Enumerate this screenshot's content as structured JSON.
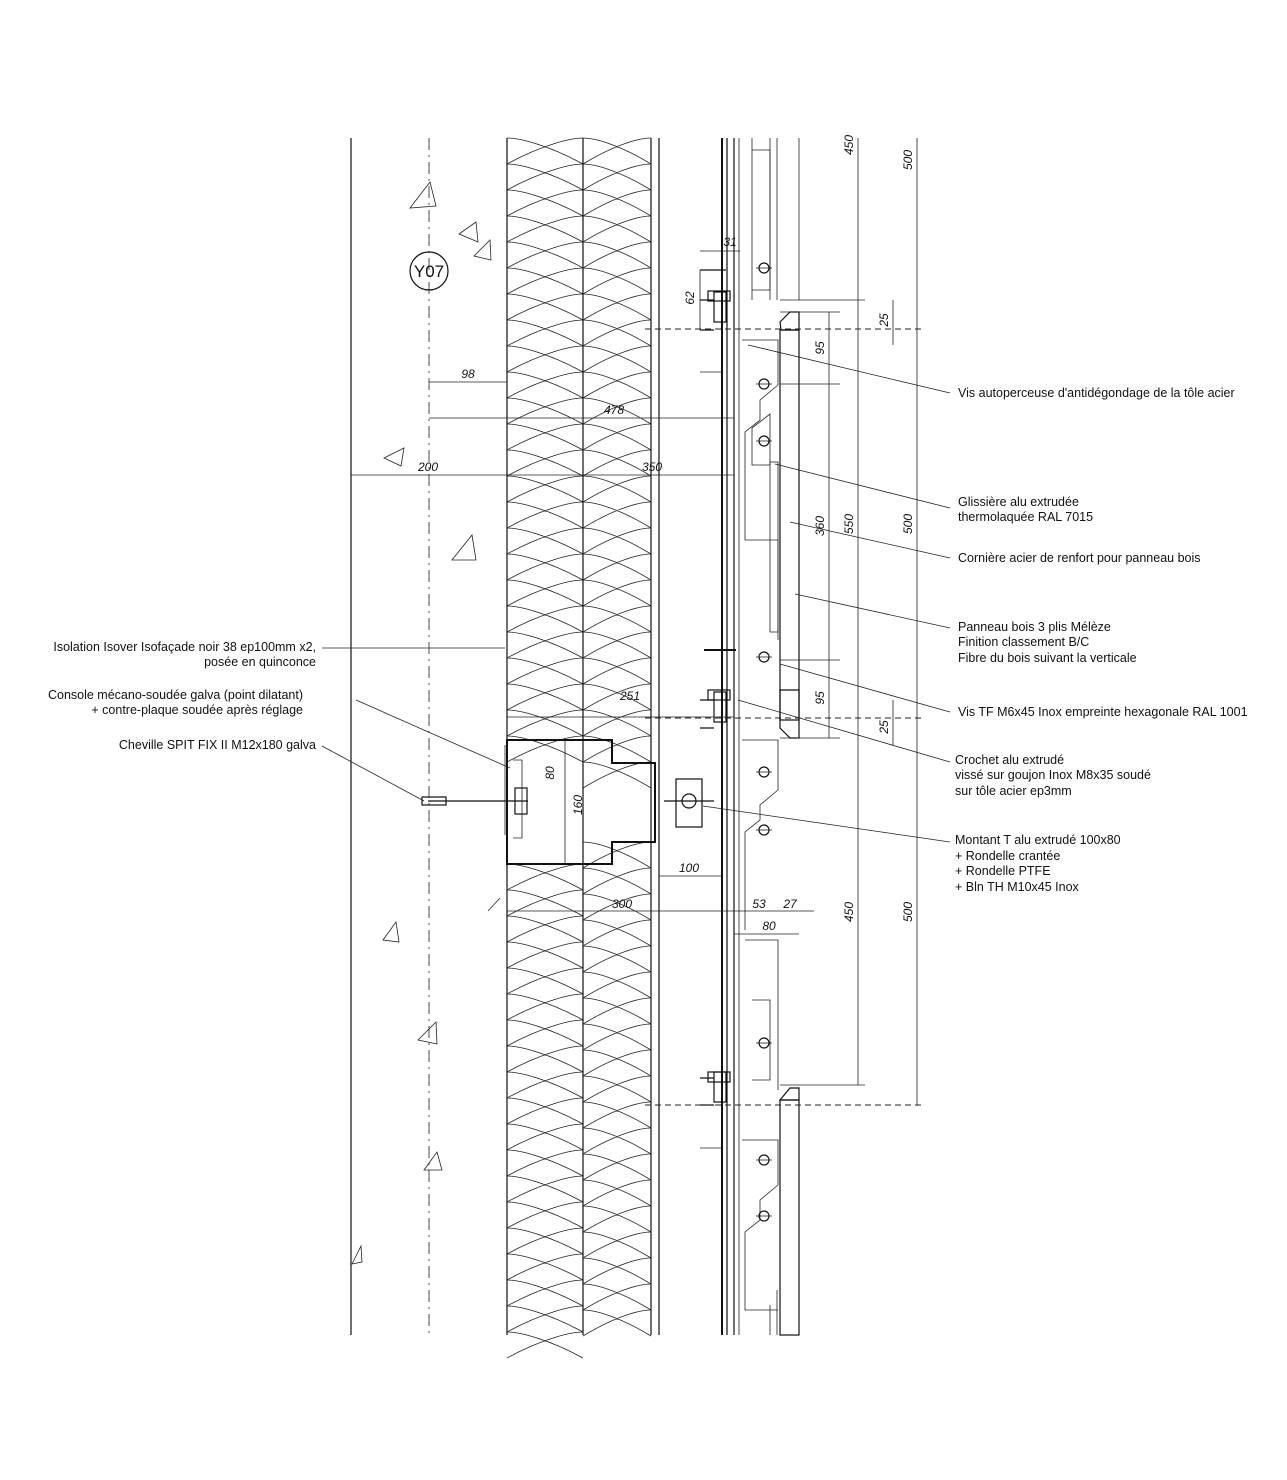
{
  "detail_tag": "Y07",
  "annotations_right": [
    {
      "lines": [
        "Vis autoperceuse d'antidégondage de la tôle acier"
      ]
    },
    {
      "lines": [
        "Glissière alu extrudée",
        "thermolaquée RAL 7015"
      ]
    },
    {
      "lines": [
        "Cornière acier de renfort pour panneau bois"
      ]
    },
    {
      "lines": [
        "Panneau bois 3 plis Mélèze",
        "Finition classement B/C",
        "Fibre du bois suivant la verticale"
      ]
    },
    {
      "lines": [
        "Vis TF M6x45 Inox empreinte hexagonale RAL 1001"
      ]
    },
    {
      "lines": [
        "Crochet alu extrudé",
        "vissé sur goujon Inox M8x35 soudé",
        "sur tôle acier ep3mm"
      ]
    },
    {
      "lines": [
        "Montant T alu extrudé 100x80",
        "+ Rondelle crantée",
        "+ Rondelle PTFE",
        "+ Bln TH M10x45 Inox"
      ]
    }
  ],
  "annotations_left": [
    {
      "lines": [
        "Isolation Isover Isofaçade noir 38 ep100mm x2,",
        "posée en quinconce"
      ]
    },
    {
      "lines": [
        "Console mécano-soudée galva (point dilatant)",
        "+ contre-plaque soudée après réglage"
      ]
    },
    {
      "lines": [
        "Cheville SPIT FIX II M12x180 galva"
      ]
    }
  ],
  "dimensions": {
    "d98": "98",
    "d478": "478",
    "d200": "200",
    "d350": "350",
    "d251": "251",
    "d100": "100",
    "d300": "300",
    "d53": "53",
    "d27": "27",
    "d80h": "80",
    "d80v": "80",
    "d160": "160",
    "d31": "31",
    "d62": "62",
    "d25a": "25",
    "d25b": "25",
    "d95a": "95",
    "d95b": "95",
    "d360": "360",
    "d550": "550",
    "d450a": "450",
    "d450b": "450",
    "d500a": "500",
    "d500b": "500",
    "d500c": "500"
  }
}
